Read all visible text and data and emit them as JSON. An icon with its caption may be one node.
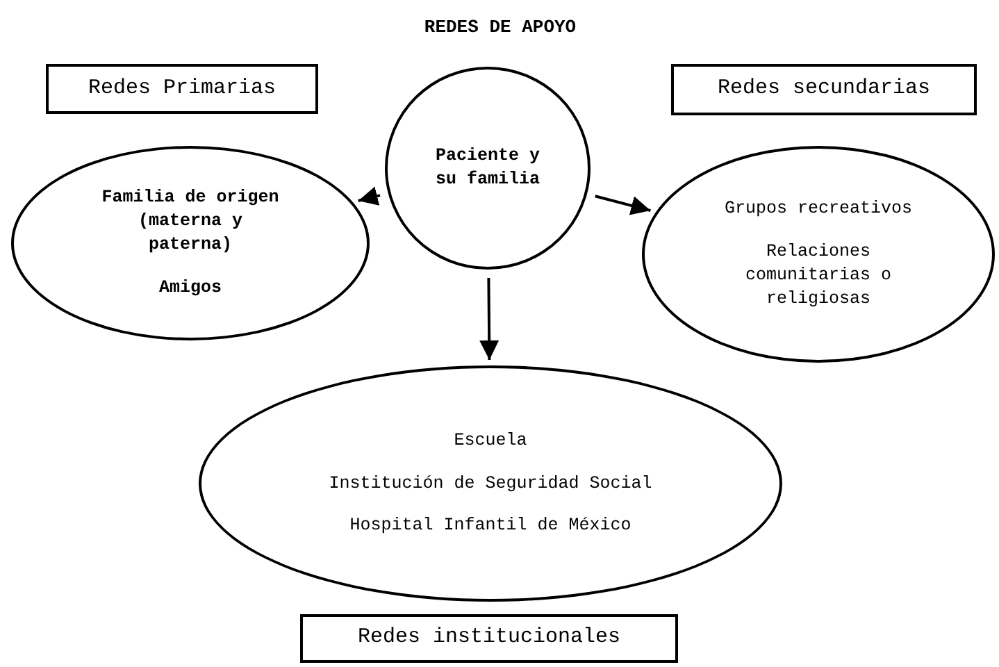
{
  "diagram": {
    "title": "REDES DE APOYO",
    "nodes": [
      {
        "text": [
          "Redes Primarias"
        ]
      },
      {
        "text": [
          "Paciente y su familia"
        ]
      },
      {
        "text": [
          "Redes secundarias"
        ]
      },
      {
        "text": [
          "Familia de origen (materna y paterna)",
          "Amigos"
        ]
      },
      {
        "text": [
          "Grupos recreativos",
          "Relaciones comunitarias o religiosas"
        ]
      },
      {
        "text": [
          "Escuela",
          "Institución de Seguridad Social",
          "Hospital Infantil de México"
        ]
      },
      {
        "text": [
          "Redes institucionales"
        ]
      }
    ],
    "edges": [
      {
        "from": 1,
        "to": 3,
        "arrow": "to"
      },
      {
        "from": 1,
        "to": 4,
        "arrow": "to"
      },
      {
        "from": 1,
        "to": 5,
        "arrow": "to"
      }
    ]
  }
}
